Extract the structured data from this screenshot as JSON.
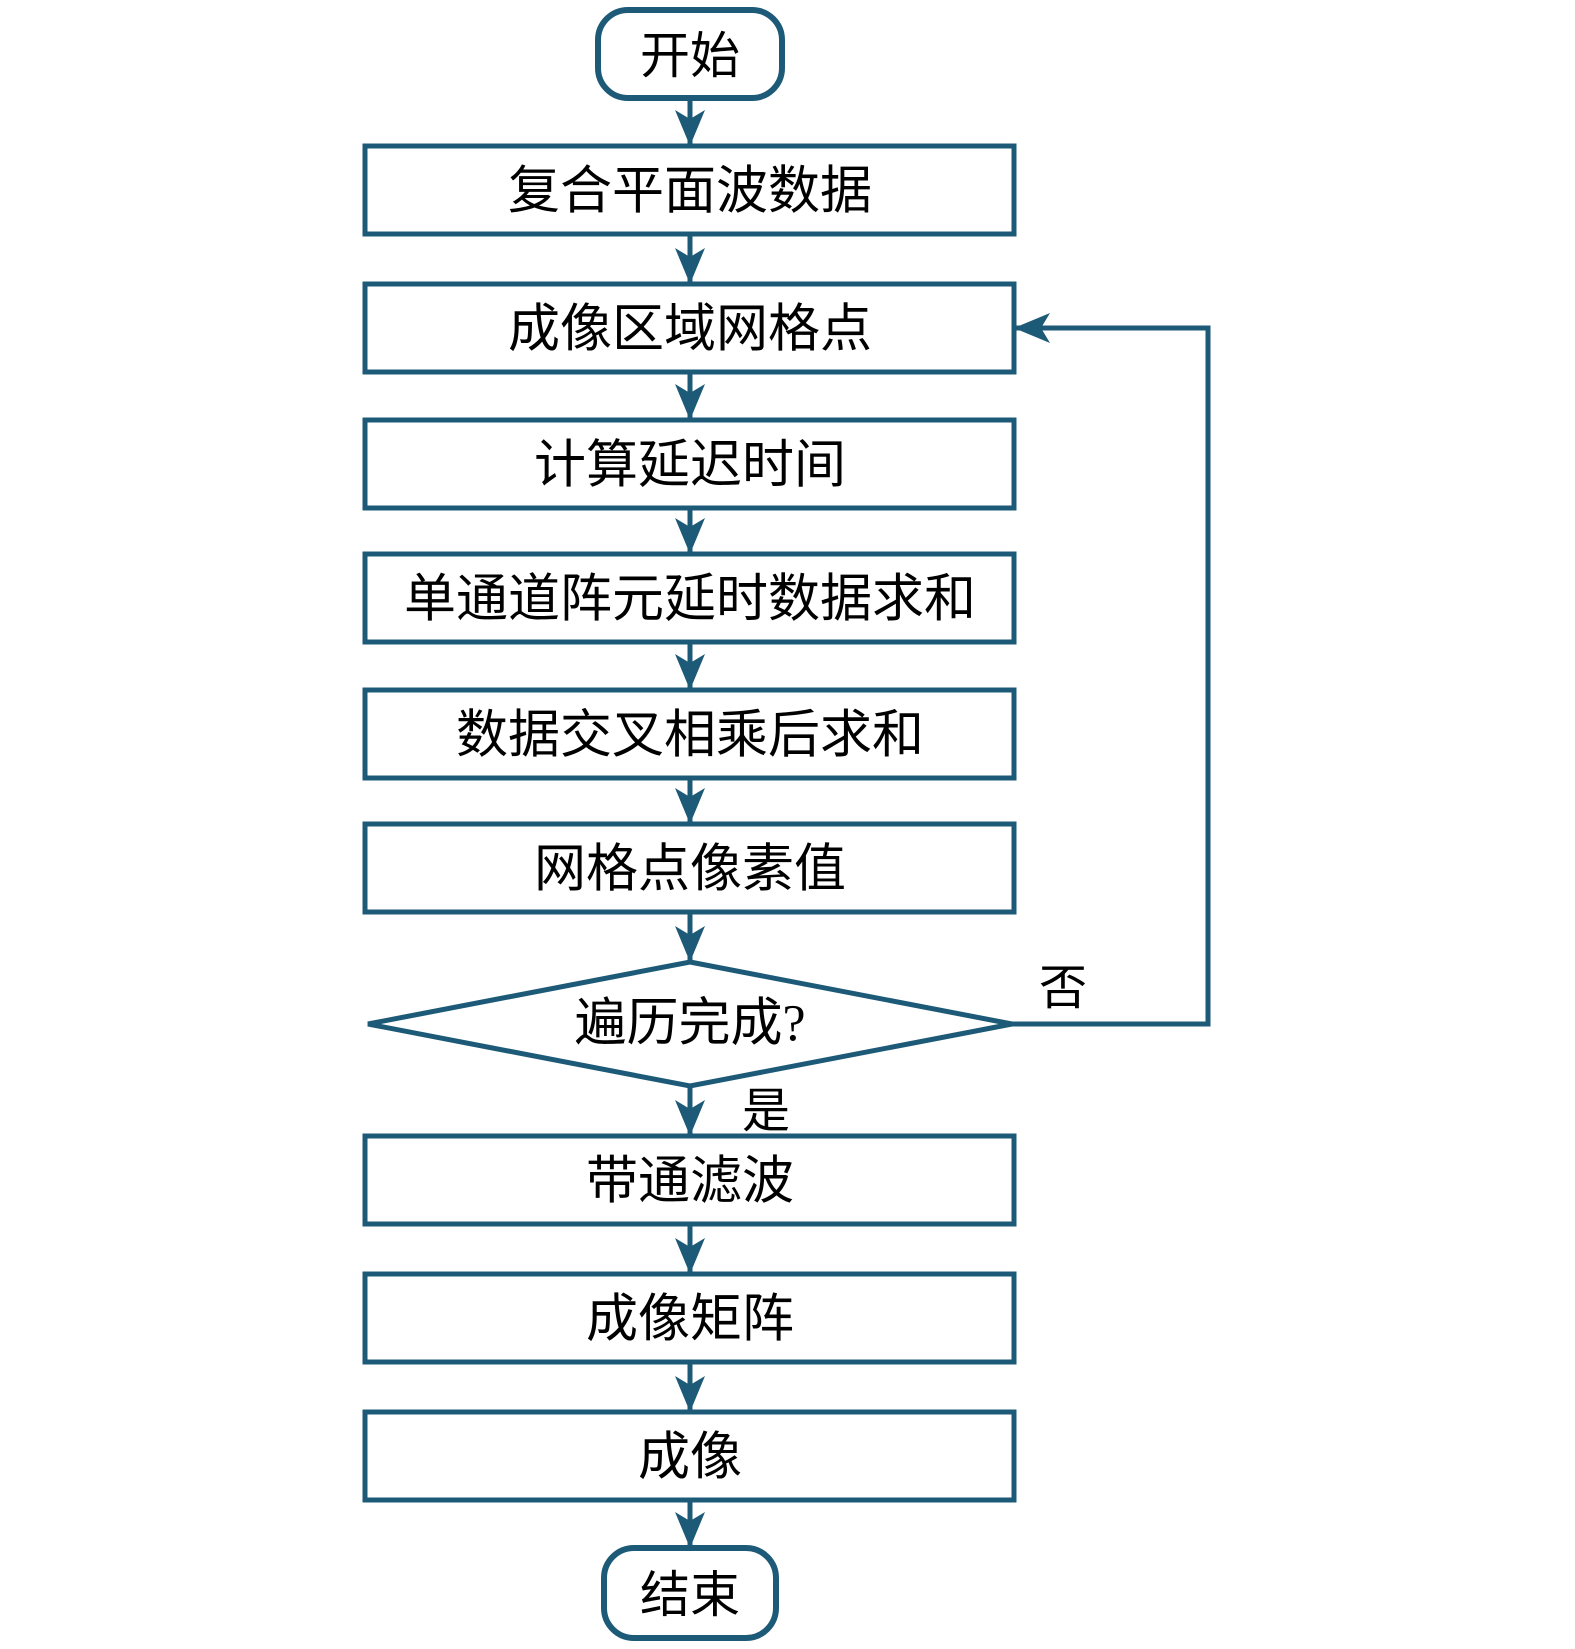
{
  "diagram": {
    "type": "flowchart",
    "colors": {
      "line": "#1d5a77",
      "text": "#000000",
      "background": "#ffffff"
    },
    "nodes": {
      "start": "开始",
      "plane_wave_data": "复合平面波数据",
      "grid_points": "成像区域网格点",
      "delay_time": "计算延迟时间",
      "single_channel_sum": "单通道阵元延时数据求和",
      "cross_multiply_sum": "数据交叉相乘后求和",
      "pixel_value": "网格点像素值",
      "decision": "遍历完成?",
      "bandpass_filter": "带通滤波",
      "imaging_matrix": "成像矩阵",
      "imaging": "成像",
      "end": "结束"
    },
    "edge_labels": {
      "yes": "是",
      "no": "否"
    }
  }
}
